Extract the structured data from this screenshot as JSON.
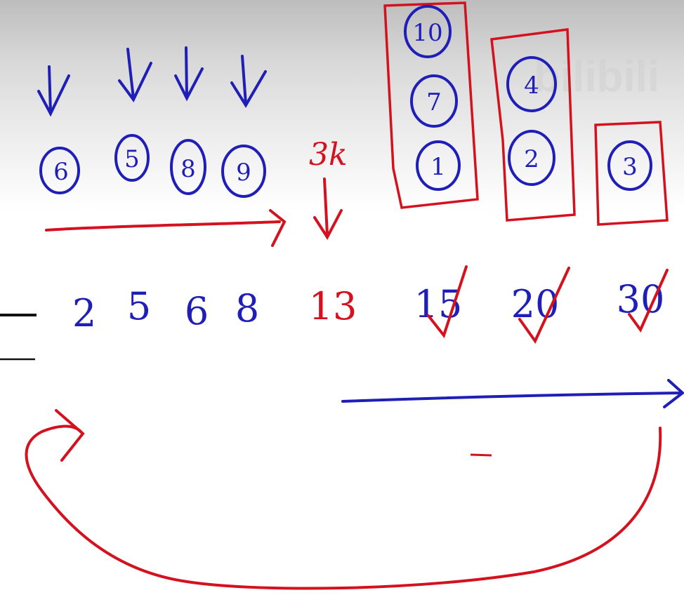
{
  "top_row": {
    "circled_numbers": [
      "6",
      "5",
      "8",
      "9"
    ],
    "red_note": "3k"
  },
  "groups": [
    {
      "numbers": [
        "10",
        "7",
        "1"
      ]
    },
    {
      "numbers": [
        "4",
        "2"
      ]
    },
    {
      "numbers": [
        "3"
      ]
    }
  ],
  "sequence": {
    "blue_values": [
      "2",
      "5",
      "6",
      "8"
    ],
    "red_values": [
      "13",
      "15",
      "20",
      "30"
    ]
  },
  "watermark": {
    "text": "bilibili"
  },
  "colors": {
    "blue_ink": "#1f1fb8",
    "red_ink": "#d4121f",
    "black_ink": "#111111",
    "background": "#ffffff"
  }
}
